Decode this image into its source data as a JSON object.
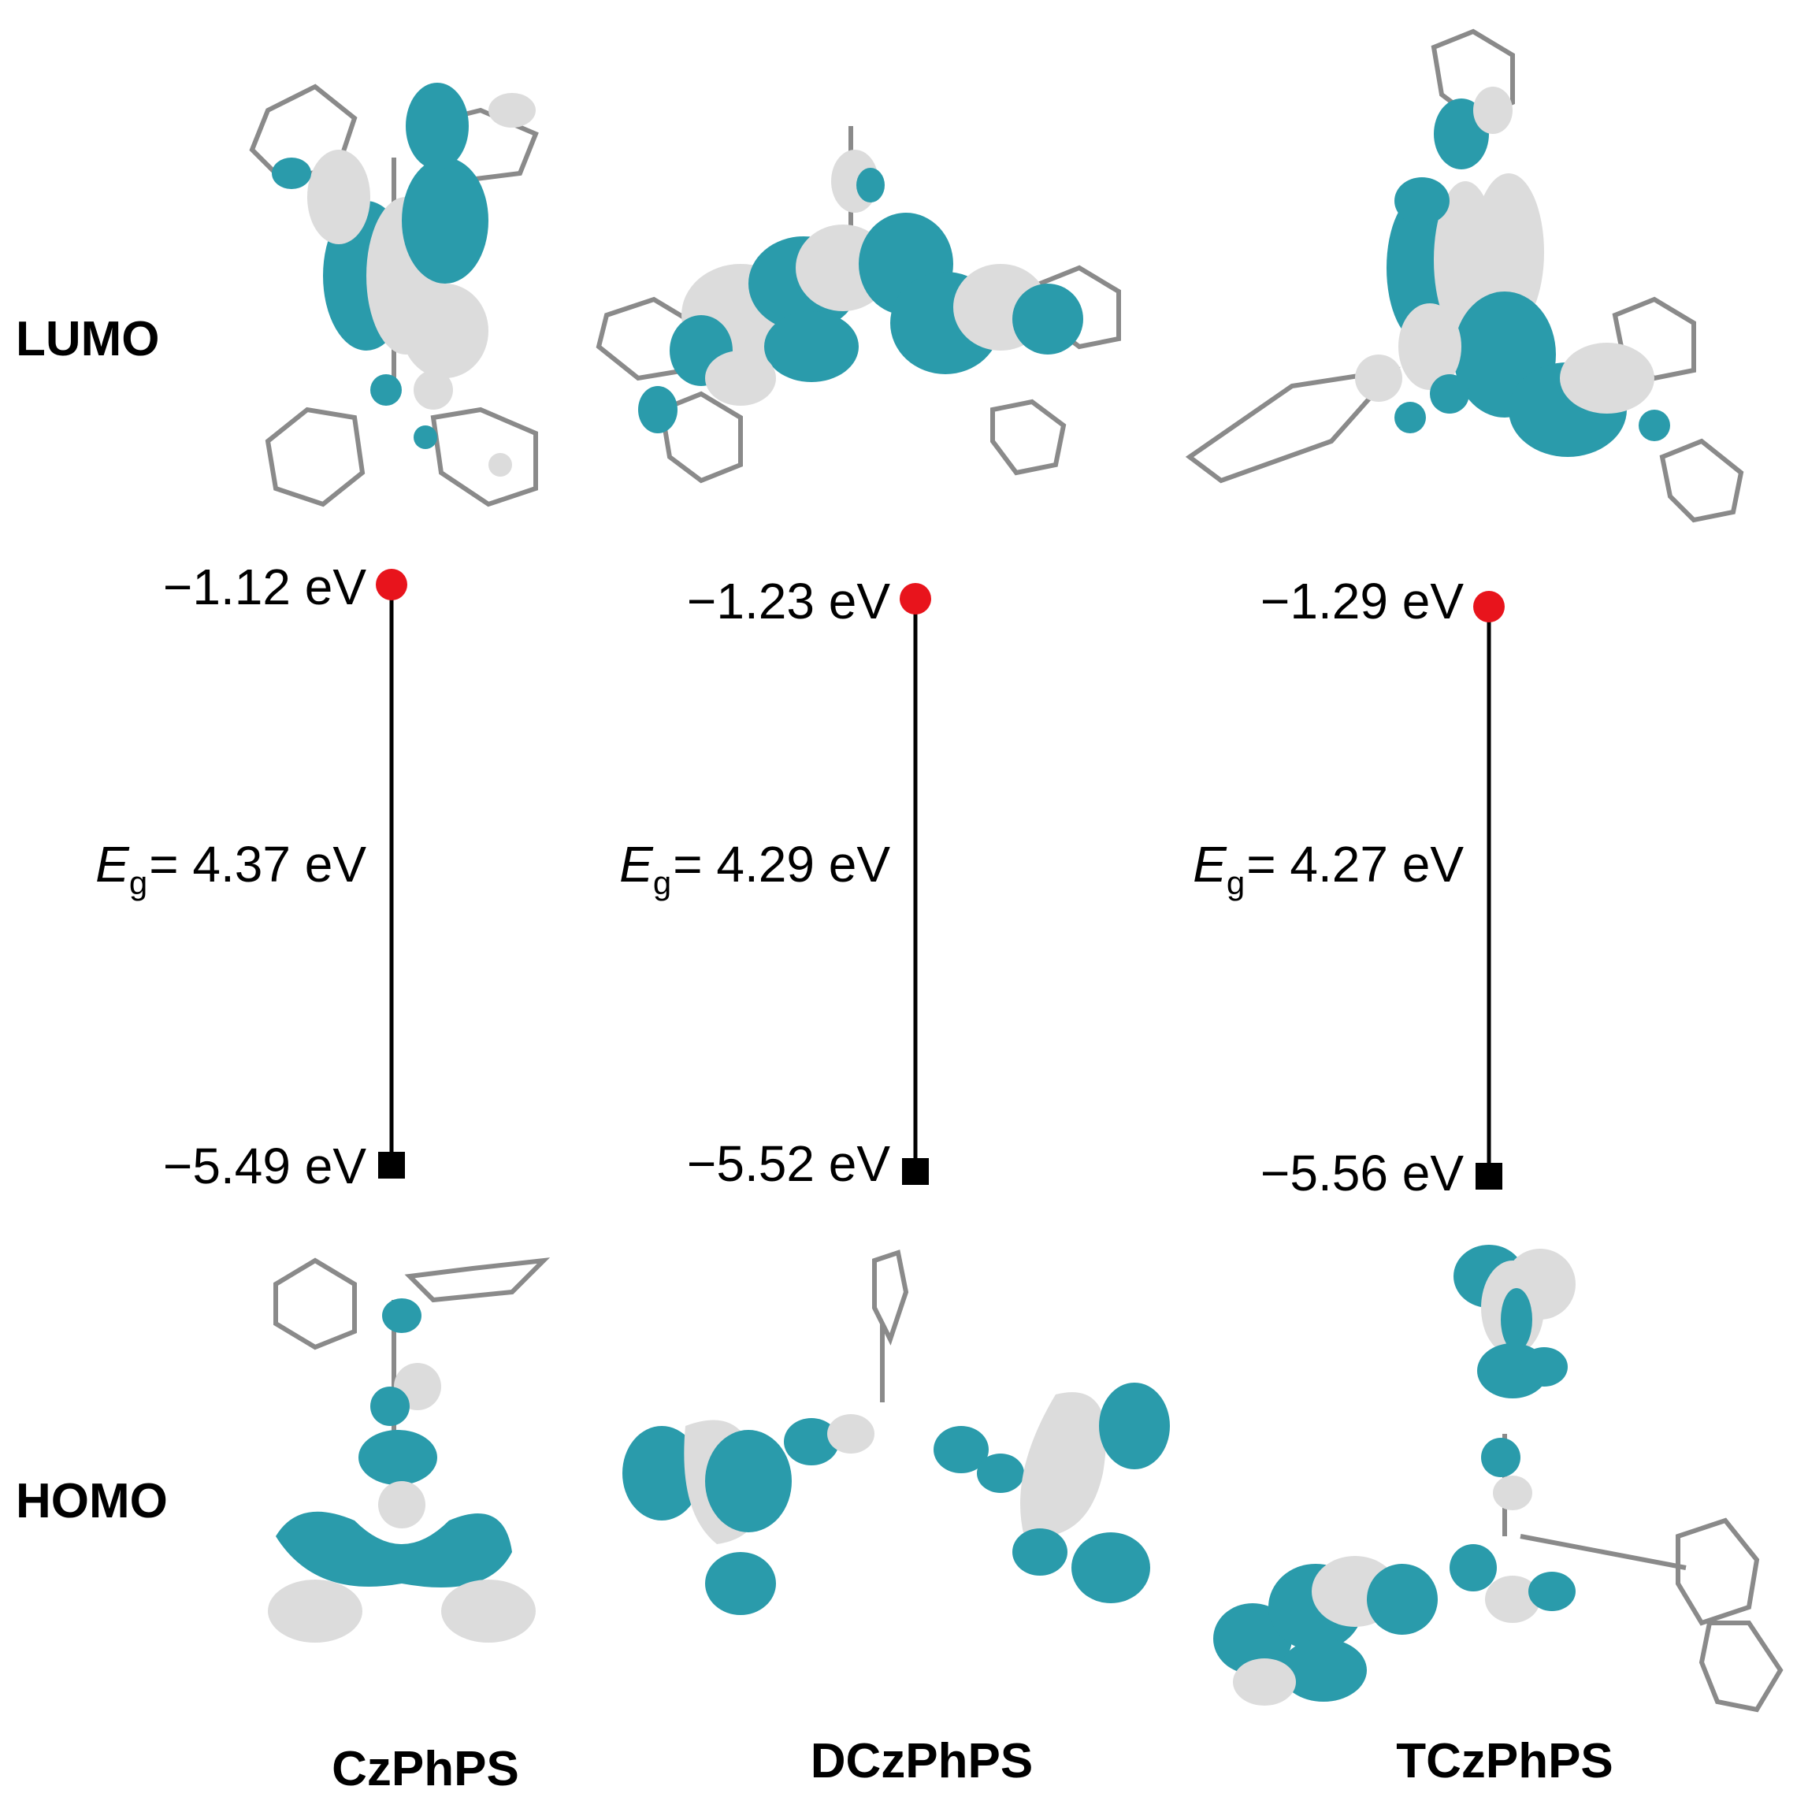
{
  "row_labels": {
    "lumo": "LUMO",
    "homo": "HOMO"
  },
  "molecules": [
    {
      "name": "CzPhPS",
      "lumo": "−1.12 eV",
      "homo": "−5.49 eV",
      "eg_symbol": "E",
      "eg_sub": "g",
      "eg_value": "= 4.37 eV"
    },
    {
      "name": "DCzPhPS",
      "lumo": "−1.23 eV",
      "homo": "−5.52 eV",
      "eg_symbol": "E",
      "eg_sub": "g",
      "eg_value": "= 4.29 eV"
    },
    {
      "name": "TCzPhPS",
      "lumo": "−1.29 eV",
      "homo": "−5.56 eV",
      "eg_symbol": "E",
      "eg_sub": "g",
      "eg_value": "= 4.27 eV"
    }
  ],
  "colors": {
    "lobe_a": "#2a9bab",
    "lobe_b": "#dcdcdc",
    "lumo_marker": "#e8141c",
    "homo_marker": "#000000",
    "bond": "#8a8a8a"
  }
}
